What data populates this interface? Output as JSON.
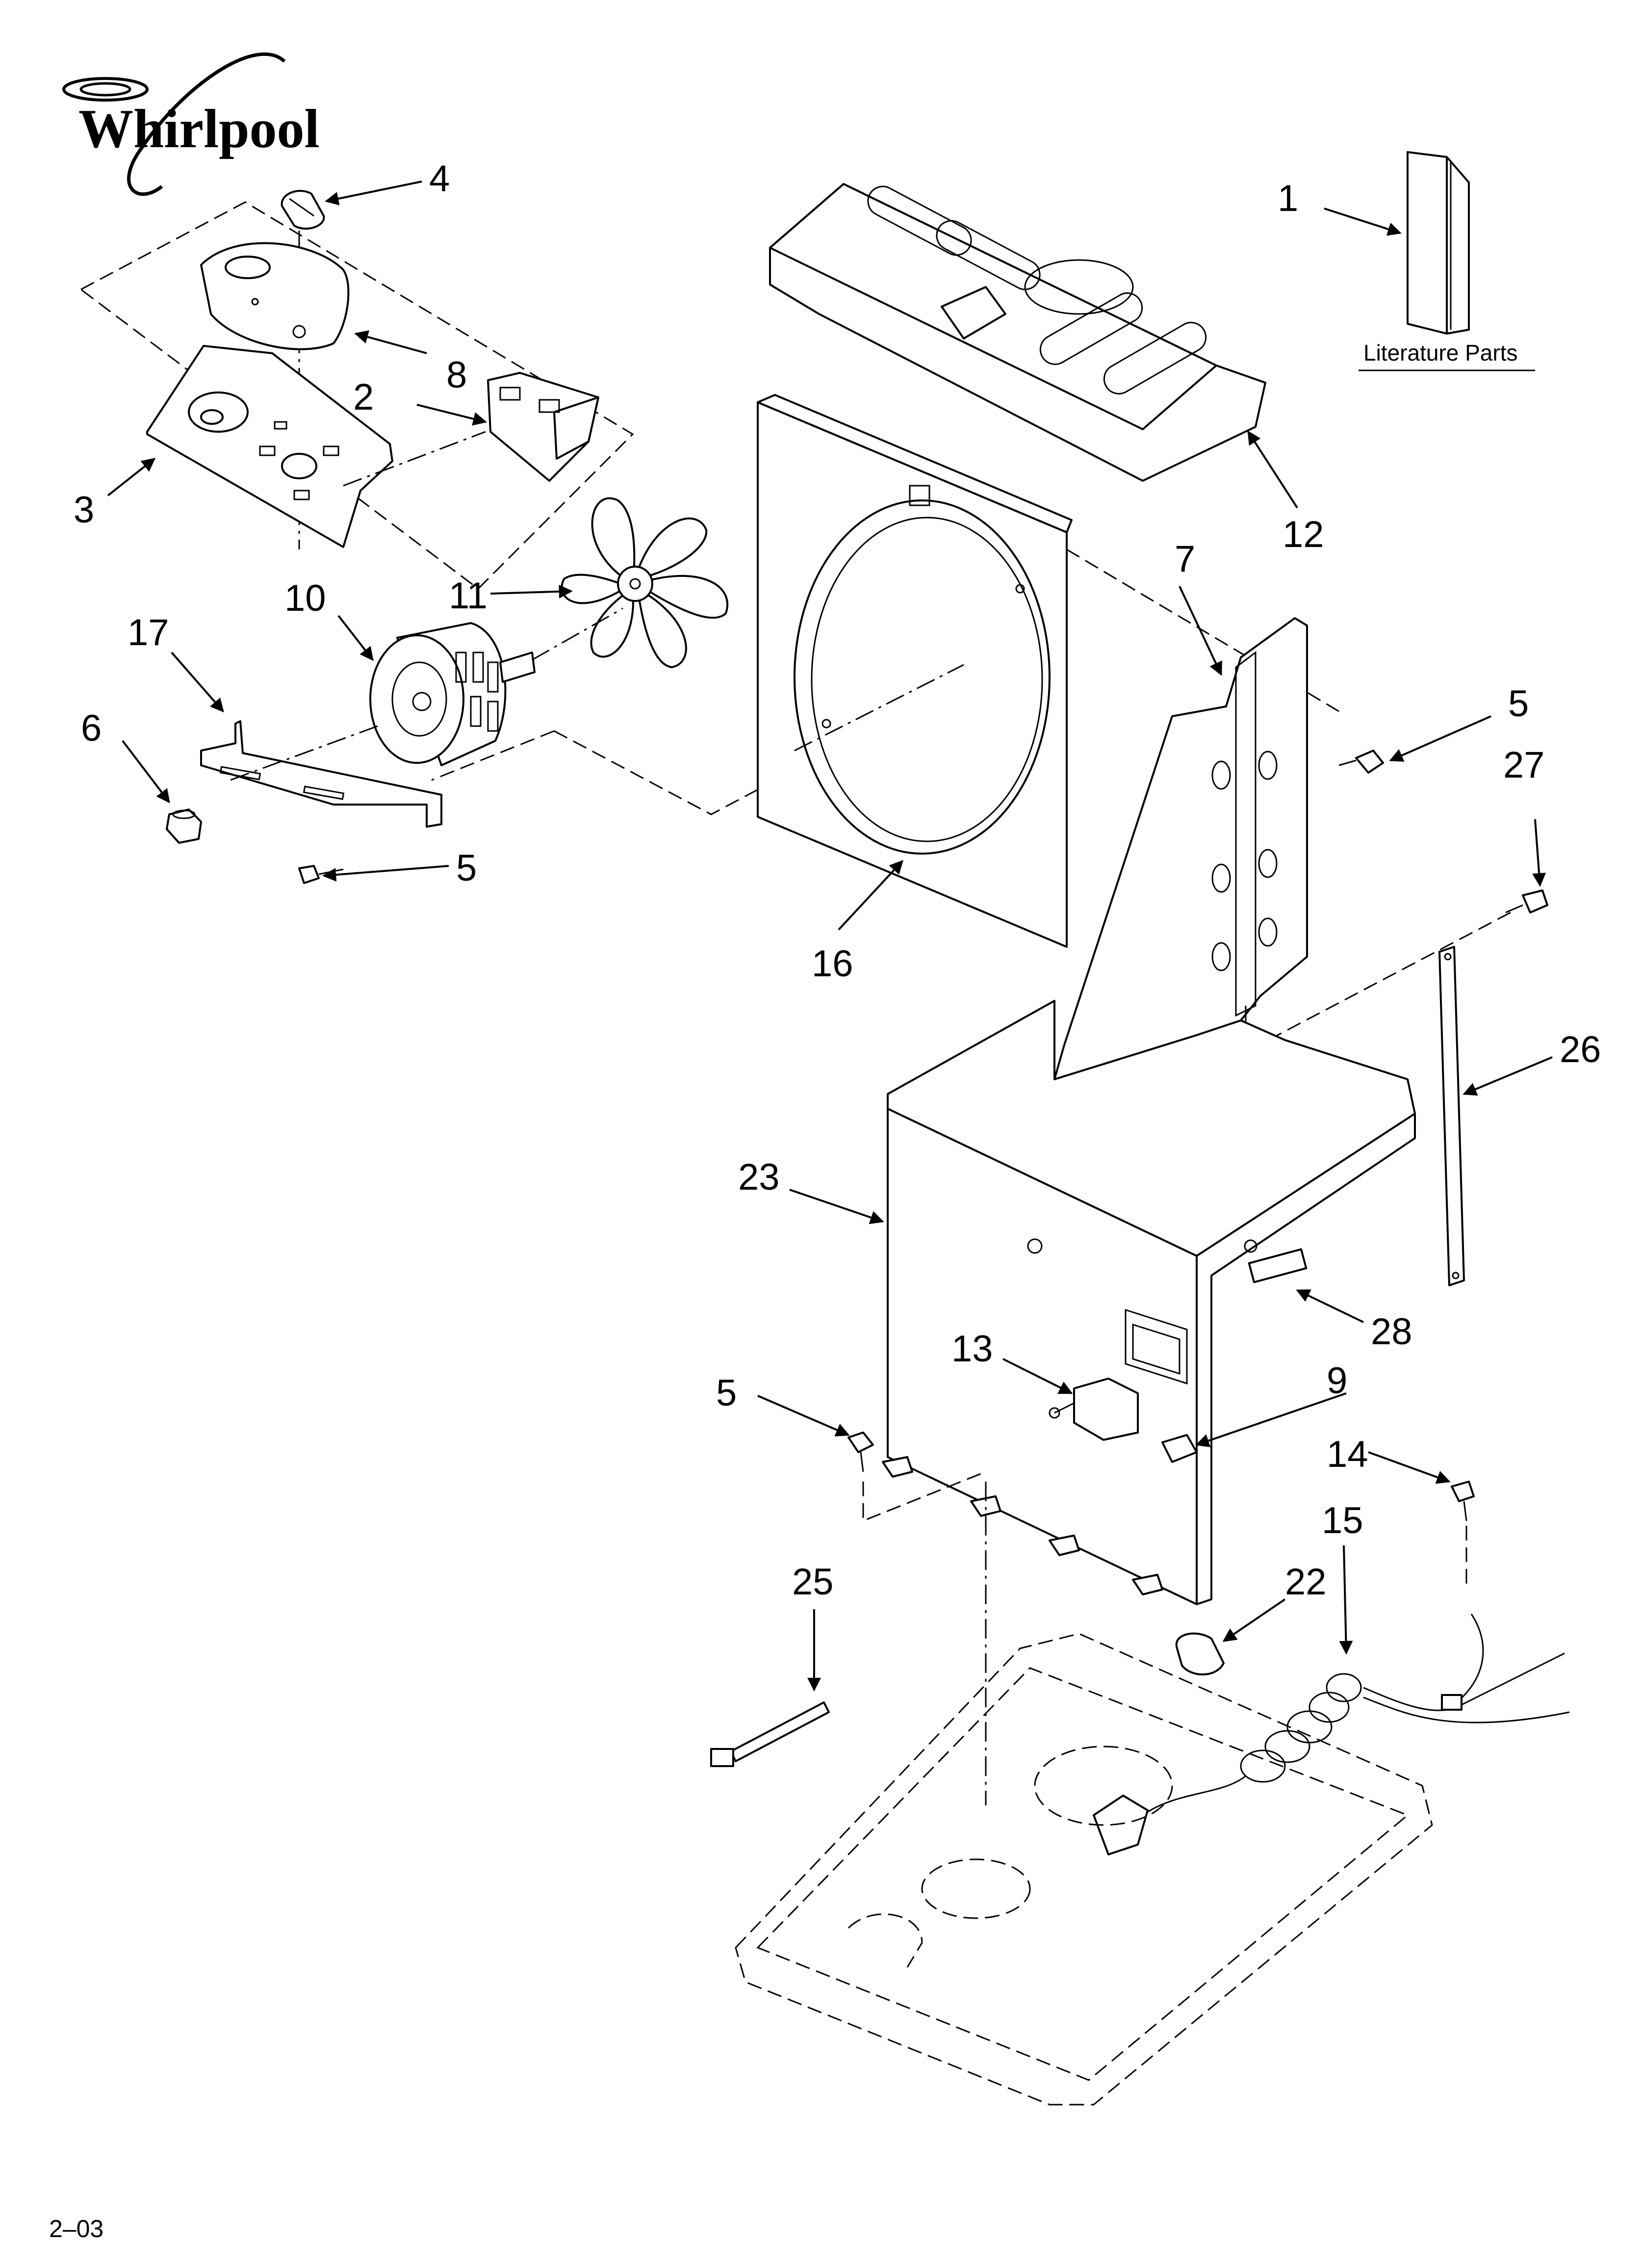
{
  "brand": {
    "name": "Whirlpool"
  },
  "literature": {
    "label": "Literature Parts"
  },
  "callouts": [
    "4",
    "1",
    "8",
    "2",
    "3",
    "12",
    "10",
    "11",
    "17",
    "7",
    "5",
    "6",
    "27",
    "5",
    "16",
    "26",
    "23",
    "13",
    "28",
    "5",
    "9",
    "14",
    "15",
    "25",
    "22"
  ],
  "footer": {
    "code": "2–03"
  }
}
